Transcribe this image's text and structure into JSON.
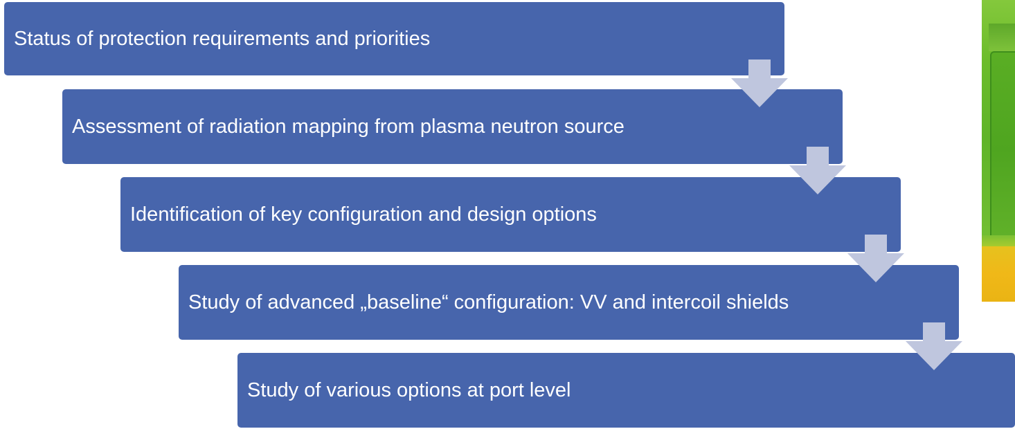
{
  "steps": [
    {
      "text": "Status of protection requirements and priorities"
    },
    {
      "text": "Assessment of radiation mapping from plasma neutron source"
    },
    {
      "text": "Identification of key configuration and design options"
    },
    {
      "text": "Study of advanced „baseline“ configuration: VV and intercoil shields"
    },
    {
      "text": "Study of various options at port level"
    }
  ],
  "colors": {
    "box": "#4765AC",
    "arrow": "#BFC6DE",
    "text": "#FFFFFF"
  },
  "icons": {
    "arrow": "down-arrow-icon"
  }
}
